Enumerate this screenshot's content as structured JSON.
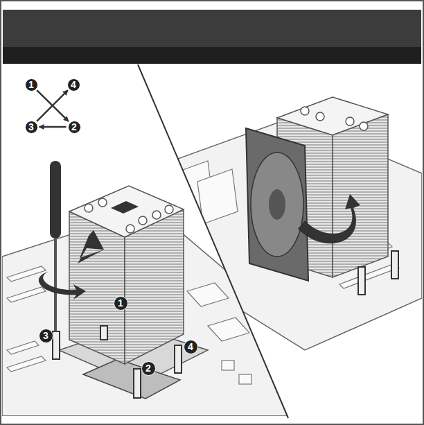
{
  "diagram": {
    "nodes": [
      {
        "text": [
          "1"
        ]
      },
      {
        "text": [
          "4"
        ]
      },
      {
        "text": [
          "3"
        ]
      },
      {
        "text": [
          "2"
        ]
      },
      {
        "text": [
          "1"
        ]
      },
      {
        "text": [
          "3"
        ]
      },
      {
        "text": [
          "2"
        ]
      },
      {
        "text": [
          "4"
        ]
      }
    ],
    "edges": [
      {
        "from": 0,
        "to": 3,
        "arrow": "to"
      },
      {
        "from": 3,
        "to": 2,
        "arrow": "to"
      },
      {
        "from": 2,
        "to": 1,
        "arrow": "to"
      }
    ]
  }
}
